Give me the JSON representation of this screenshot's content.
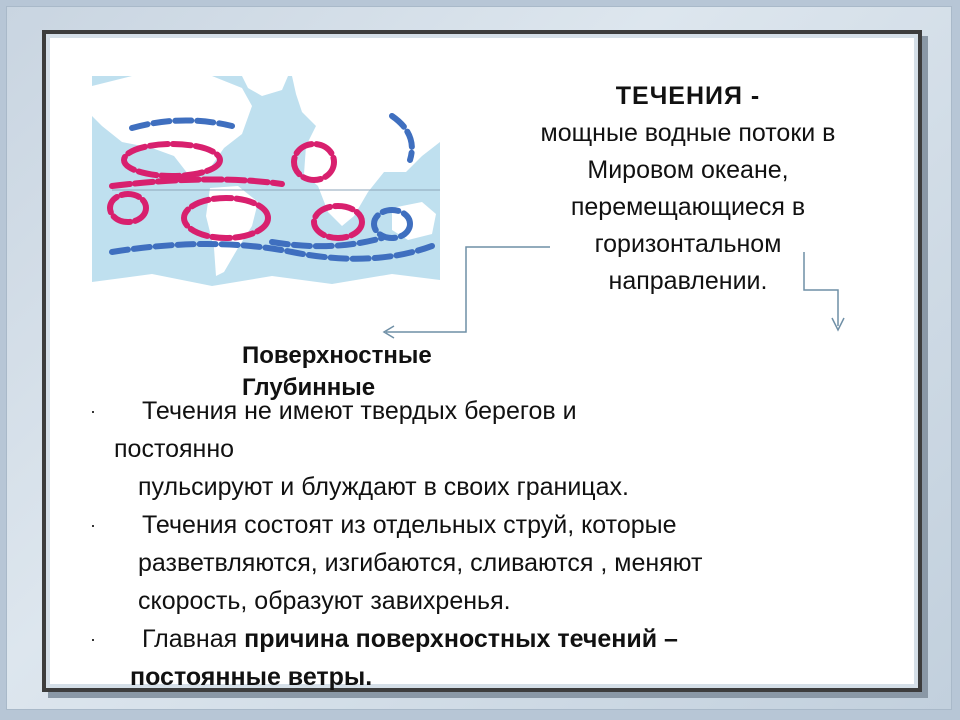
{
  "title": {
    "heading": "ТЕЧЕНИЯ  -",
    "lines": [
      "мощные водные потоки в",
      "Мировом океане,",
      "перемещающиеся в",
      "горизонтальном",
      "направлении."
    ]
  },
  "types": {
    "surface": "Поверхностные",
    "deep": "Глубинные"
  },
  "bullets": {
    "marker": "·",
    "b1": {
      "line1": "Течения не имеют твердых  берегов и",
      "line2": "постоянно",
      "line3": "пульсируют  и блуждают в своих границах."
    },
    "b2": {
      "line1": "Течения состоят из отдельных струй, которые",
      "line2": "разветвляются, изгибаются, сливаются , меняют",
      "line3": "скорость, образуют завихренья."
    },
    "b3": {
      "plain": "Главная ",
      "bold1": "причина поверхностных течений –",
      "bold2": "постоянные ветры."
    }
  },
  "colors": {
    "warm_current": "#d8206e",
    "cold_current": "#3f6fbf",
    "ocean": "#bfe0ef",
    "land": "#ffffff"
  }
}
